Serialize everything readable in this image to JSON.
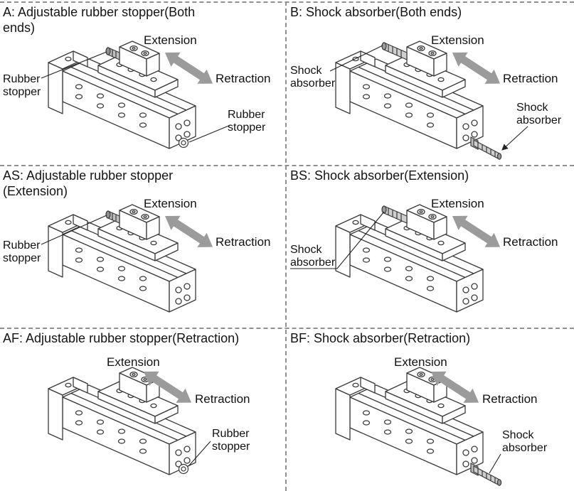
{
  "page": {
    "background": "#ffffff",
    "line_color": "#3a3a3a",
    "arrow_color": "#9b9b9b",
    "divider_color": "#8f8f8f"
  },
  "labels": {
    "extension": "Extension",
    "retraction": "Retraction"
  },
  "panels": [
    {
      "code": "A",
      "title": "A: Adjustable rubber stopper(Both ends)",
      "variant": "adjustable-rubber-stopper-both-ends",
      "callout_left": {
        "line1": "Rubber",
        "line2": "stopper"
      },
      "callout_right": {
        "line1": "Rubber",
        "line2": "stopper"
      }
    },
    {
      "code": "B",
      "title": "B: Shock absorber(Both ends)",
      "variant": "shock-absorber-both-ends",
      "callout_left": {
        "line1": "Shock",
        "line2": "absorber"
      },
      "callout_right": {
        "line1": "Shock",
        "line2": "absorber"
      }
    },
    {
      "code": "AS",
      "title": "AS: Adjustable rubber stopper (Extension)",
      "variant": "adjustable-rubber-stopper-extension",
      "callout_left": {
        "line1": "Rubber",
        "line2": "stopper"
      }
    },
    {
      "code": "BS",
      "title": "BS: Shock absorber(Extension)",
      "variant": "shock-absorber-extension",
      "callout_left": {
        "line1": "Shock",
        "line2": "absorber"
      }
    },
    {
      "code": "AF",
      "title": "AF: Adjustable rubber stopper(Retraction)",
      "variant": "adjustable-rubber-stopper-retraction",
      "callout_right": {
        "line1": "Rubber",
        "line2": "stopper"
      }
    },
    {
      "code": "BF",
      "title": "BF: Shock absorber(Retraction)",
      "variant": "shock-absorber-retraction",
      "callout_right": {
        "line1": "Shock",
        "line2": "absorber"
      }
    }
  ]
}
